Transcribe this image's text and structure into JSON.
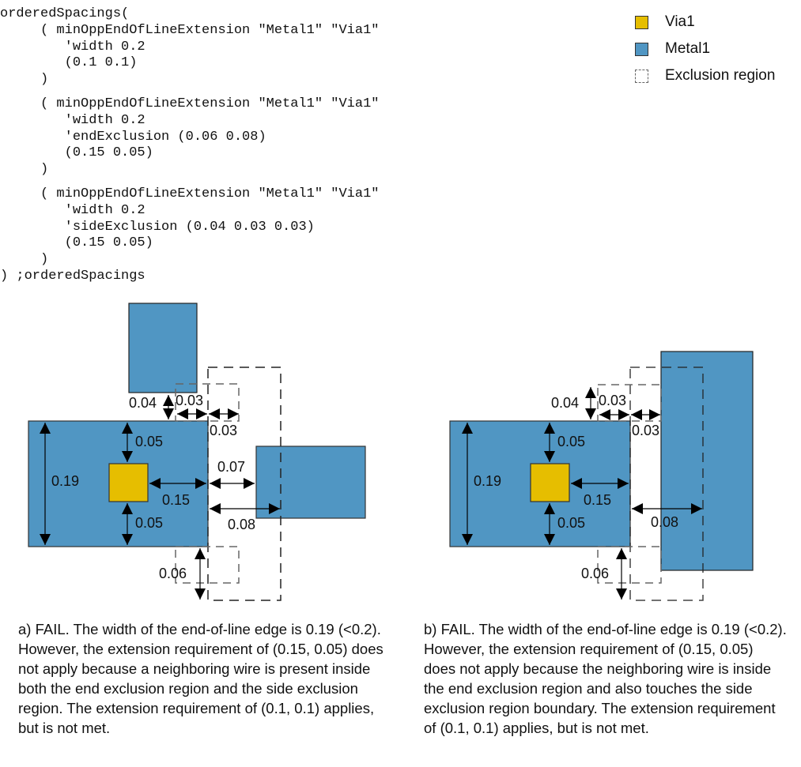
{
  "code": {
    "lines": [
      "orderedSpacings(",
      "     ( minOppEndOfLineExtension \"Metal1\" \"Via1\"",
      "        'width 0.2",
      "        (0.1 0.1)",
      "     )",
      "",
      "     ( minOppEndOfLineExtension \"Metal1\" \"Via1\"",
      "        'width 0.2",
      "        'endExclusion (0.06 0.08)",
      "        (0.15 0.05)",
      "     )",
      "",
      "     ( minOppEndOfLineExtension \"Metal1\" \"Via1\"",
      "        'width 0.2",
      "        'sideExclusion (0.04 0.03 0.03)",
      "        (0.15 0.05)",
      "     )",
      ") ;orderedSpacings"
    ]
  },
  "legend": {
    "items": [
      {
        "label": "Via1",
        "kind": "via",
        "color": "#e6be00"
      },
      {
        "label": "Metal1",
        "kind": "metal",
        "color": "#5096c3"
      },
      {
        "label": "Exclusion region",
        "kind": "exclusion"
      }
    ]
  },
  "colors": {
    "metal": "#5096c3",
    "via": "#e6be00",
    "outline": "#333333",
    "dash": "#555555"
  },
  "diagram_a": {
    "labels": {
      "side_excl_top": "0.04",
      "side_excl_left": "0.03",
      "side_excl_right": "0.03",
      "via_top": "0.05",
      "via_bottom": "0.05",
      "width": "0.19",
      "extension": "0.15",
      "spacing": "0.07",
      "end_excl_len": "0.08",
      "end_excl_side": "0.06"
    }
  },
  "diagram_b": {
    "labels": {
      "side_excl_top": "0.04",
      "side_excl_left": "0.03",
      "side_excl_right": "0.03",
      "via_top": "0.05",
      "via_bottom": "0.05",
      "width": "0.19",
      "extension": "0.15",
      "end_excl_len": "0.08",
      "end_excl_side": "0.06"
    }
  },
  "captions": {
    "a": "a) FAIL. The width of the end-of-line edge is 0.19 (<0.2). However, the extension requirement of (0.15, 0.05) does not apply because a neighboring wire is present inside both the end exclusion region and the side exclusion region. The extension requirement of (0.1, 0.1) applies, but is not met.",
    "b": "b) FAIL. The width of the end-of-line edge is 0.19 (<0.2). However, the extension requirement of (0.15, 0.05) does not apply because the neighboring wire is inside the end exclusion region and also touches the side exclusion region boundary. The extension requirement of (0.1, 0.1) applies, but is not met."
  }
}
